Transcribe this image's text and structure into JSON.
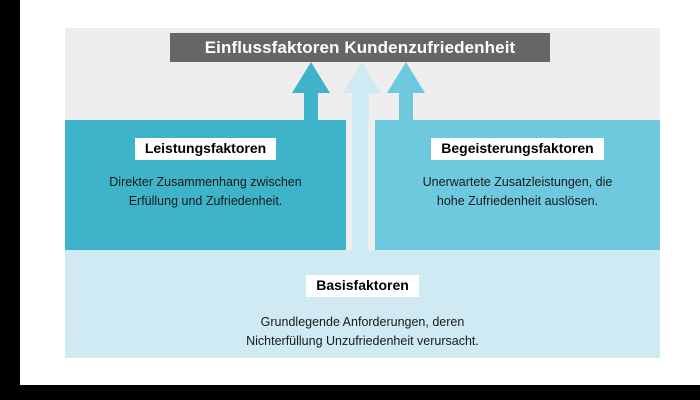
{
  "diagram": {
    "title": "Einflussfaktoren Kundenzufriedenheit",
    "colors": {
      "canvas": "#eeeeee",
      "title_bar": "#666666",
      "title_text": "#ffffff",
      "performance_block": "#3fb3ca",
      "delight_block": "#6ec9de",
      "basic_block": "#cfeaf2",
      "arrow_left": "#3fb3ca",
      "arrow_middle": "#cfeaf2",
      "arrow_right": "#6ec9de",
      "label_background": "#ffffff",
      "label_text": "#000000",
      "frame": "#000000"
    },
    "blocks": [
      {
        "id": "leistungsfaktoren",
        "label": "Leistungsfaktoren",
        "description_line_1": "Direkter Zusammenhang zwischen",
        "description_line_2": "Erfüllung und Zufriedenheit."
      },
      {
        "id": "begeisterungsfaktoren",
        "label": "Begeisterungsfaktoren",
        "description_line_1": "Unerwartete Zusatzleistungen, die",
        "description_line_2": "hohe Zufriedenheit auslösen."
      },
      {
        "id": "basisfaktoren",
        "label": "Basisfaktoren",
        "description_line_1": "Grundlegende Anforderungen, deren",
        "description_line_2": "Nichterfüllung Unzufriedenheit verursacht."
      }
    ],
    "arrows": [
      {
        "id": "arrow-leistungsfaktoren",
        "direction": "up"
      },
      {
        "id": "arrow-basisfaktoren",
        "direction": "up"
      },
      {
        "id": "arrow-begeisterungsfaktoren",
        "direction": "up"
      }
    ]
  }
}
